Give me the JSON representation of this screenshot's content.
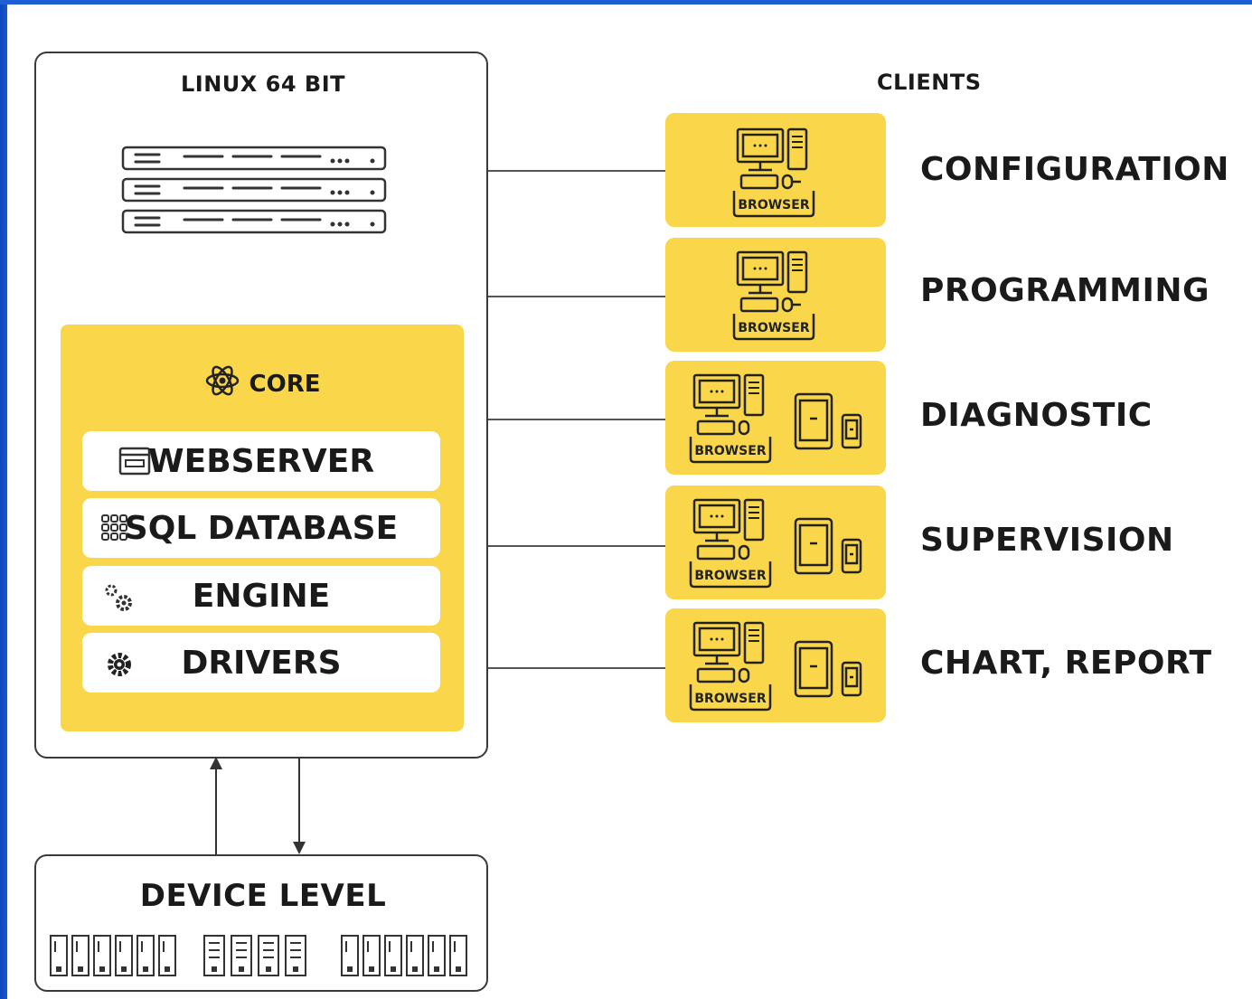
{
  "server_box": {
    "title": "LINUX 64 BIT"
  },
  "core": {
    "title": "CORE",
    "icon": "atom-icon",
    "components": [
      {
        "label": "WEBSERVER",
        "icon": "browser-window-icon"
      },
      {
        "label": "SQL DATABASE",
        "icon": "grid-database-icon"
      },
      {
        "label": "ENGINE",
        "icon": "gears-icon"
      },
      {
        "label": "DRIVERS",
        "icon": "gear-icon"
      }
    ]
  },
  "clients": {
    "title": "CLIENTS",
    "items": [
      {
        "label": "CONFIGURATION",
        "browser_text": "BROWSER",
        "devices": [
          "desktop-computer-icon"
        ]
      },
      {
        "label": "PROGRAMMING",
        "browser_text": "BROWSER",
        "devices": [
          "desktop-computer-icon"
        ]
      },
      {
        "label": "DIAGNOSTIC",
        "browser_text": "BROWSER",
        "devices": [
          "desktop-computer-icon",
          "tablet-icon",
          "phone-icon"
        ]
      },
      {
        "label": "SUPERVISION",
        "browser_text": "BROWSER",
        "devices": [
          "desktop-computer-icon",
          "tablet-icon",
          "phone-icon"
        ]
      },
      {
        "label": "CHART, REPORT",
        "browser_text": "BROWSER",
        "devices": [
          "desktop-computer-icon",
          "tablet-icon",
          "phone-icon"
        ]
      }
    ]
  },
  "device_level": {
    "title": "DEVICE LEVEL"
  },
  "colors": {
    "accent_yellow": "#f9d64a",
    "border": "#3a3a3a",
    "frame_blue": "#1559d6"
  }
}
